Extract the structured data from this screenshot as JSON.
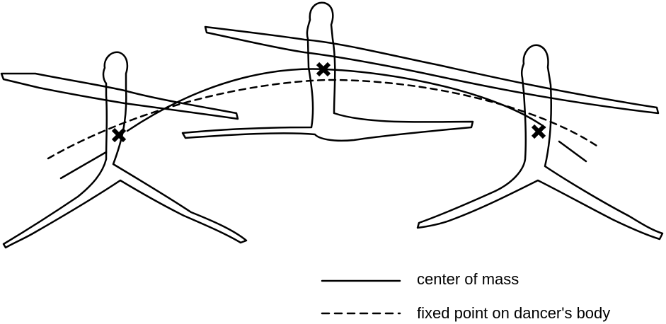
{
  "figure": {
    "legend": [
      {
        "label": "center of mass",
        "line_style": "solid"
      },
      {
        "label": "fixed point on dancer's body",
        "line_style": "dashed"
      }
    ],
    "colors": {
      "stroke": "#000000",
      "background": "#ffffff"
    },
    "markers": [
      "x-mark",
      "x-mark",
      "x-mark"
    ]
  }
}
